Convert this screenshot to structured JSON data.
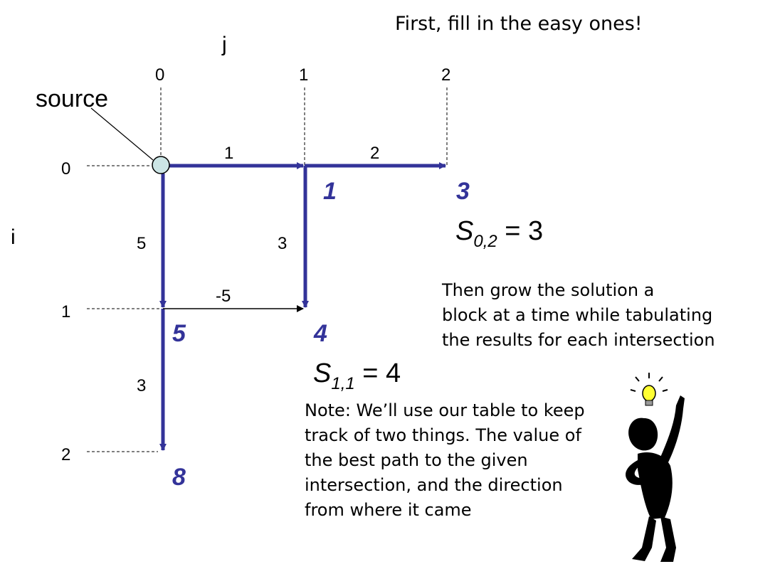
{
  "title": "First, fill in the easy ones!",
  "axis_labels": {
    "j": "j",
    "i": "i"
  },
  "source_label": "source",
  "col_ticks": [
    "0",
    "1",
    "2"
  ],
  "row_ticks": [
    "0",
    "1",
    "2"
  ],
  "edges": [
    {
      "id": "0,0-0,1",
      "weight": "1"
    },
    {
      "id": "0,1-0,2",
      "weight": "2"
    },
    {
      "id": "0,0-1,0",
      "weight": "5"
    },
    {
      "id": "0,1-1,1",
      "weight": "3"
    },
    {
      "id": "1,0-1,1",
      "weight": "-5"
    },
    {
      "id": "1,0-2,0",
      "weight": "3"
    }
  ],
  "scores": [
    {
      "node": "0,1",
      "value": "1"
    },
    {
      "node": "0,2",
      "value": "3"
    },
    {
      "node": "1,0",
      "value": "5"
    },
    {
      "node": "1,1",
      "value": "4"
    },
    {
      "node": "2,0",
      "value": "8"
    }
  ],
  "formulas": {
    "s02": {
      "letter": "S",
      "sub": "0,2",
      "rest": " = 3"
    },
    "s11": {
      "letter": "S",
      "sub": "1,1",
      "rest": " = 4"
    }
  },
  "note_right": [
    "Then grow the solution a",
    "block at a time while tabulating",
    "the results for each intersection"
  ],
  "note_bottom": [
    "Note: We’ll use our table to keep",
    "track of two things. The value of",
    "the best path to the given",
    "intersection, and the direction",
    "from where it came"
  ],
  "colors": {
    "path": "#333399",
    "node_fill": "#cce5e5",
    "bulb": "#ffff33"
  },
  "icons": {
    "thinker": "thinking-person-icon"
  }
}
